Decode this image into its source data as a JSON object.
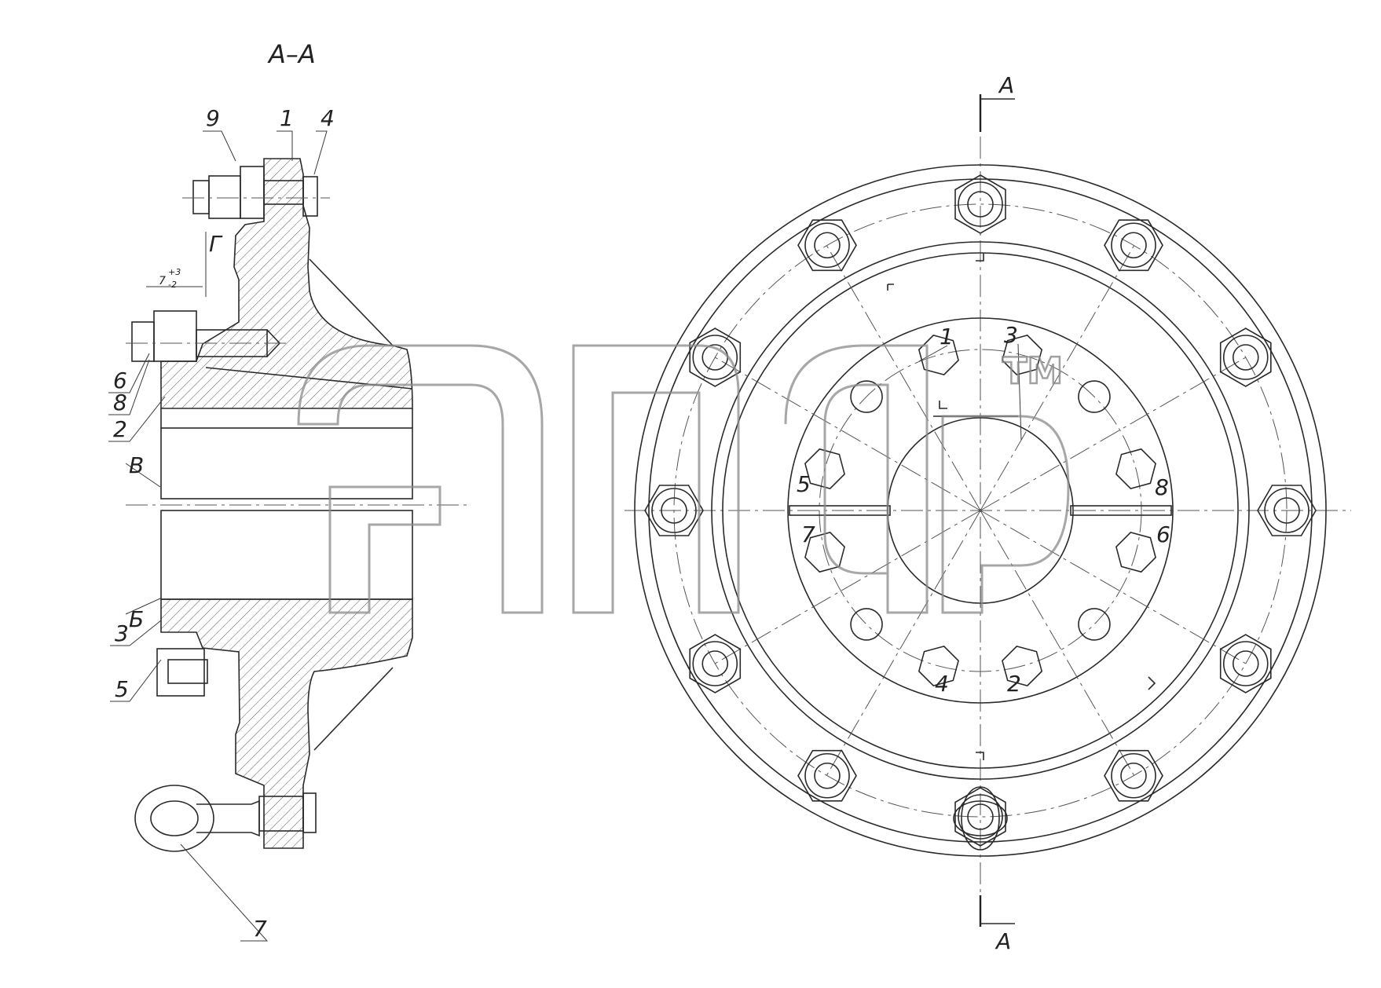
{
  "section_title": "А–А",
  "cut_top": "А",
  "cut_bottom": "А",
  "callouts_left": {
    "c9": "9",
    "c1": "1",
    "c4": "4",
    "c6": "6",
    "c8": "8",
    "c2": "2",
    "c3": "3",
    "c5": "5",
    "c7": "7"
  },
  "view_letters": {
    "g": "Г",
    "v": "В",
    "b": "Б"
  },
  "dimension": {
    "base": "7",
    "upper": "+3",
    "lower": "-2"
  },
  "callouts_right": {
    "r1": "1",
    "r3": "3",
    "r5": "5",
    "r7": "7",
    "r8": "8",
    "r6": "6",
    "r4": "4",
    "r2": "2"
  },
  "watermark": {
    "mark": "TM"
  }
}
